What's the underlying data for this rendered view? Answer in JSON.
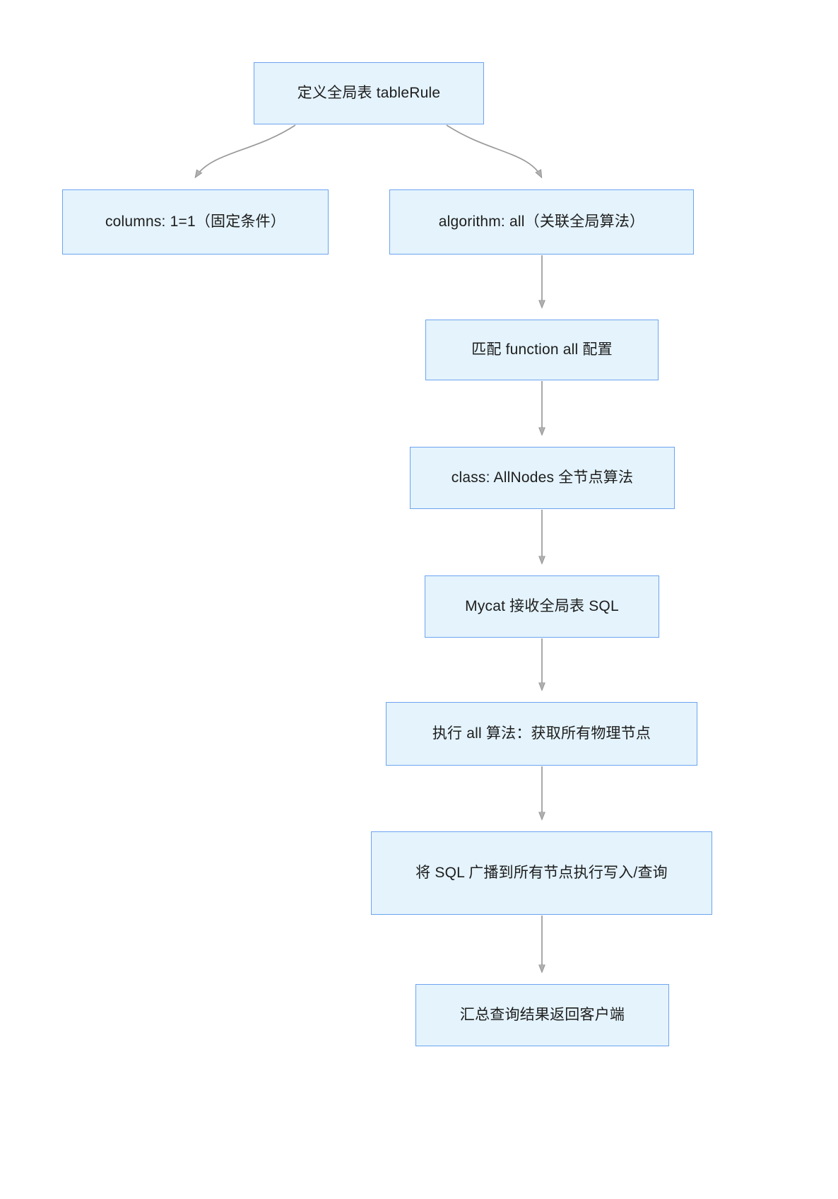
{
  "diagram": {
    "type": "flowchart",
    "orientation": "top-down",
    "background_color": "#ffffff",
    "node_fill_color": "#e4f3fc",
    "node_border_color": "#6ca4f0",
    "edge_color": "#9a9a9a",
    "text_color": "#1d1d1d",
    "nodes": [
      {
        "id": "root",
        "label": "定义全局表 tableRule"
      },
      {
        "id": "columns",
        "label": "columns: 1=1（固定条件）"
      },
      {
        "id": "algorithm",
        "label": "algorithm: all（关联全局算法）"
      },
      {
        "id": "function",
        "label": "匹配 function all 配置"
      },
      {
        "id": "class",
        "label": "class: AllNodes 全节点算法"
      },
      {
        "id": "mycat",
        "label": "Mycat 接收全局表 SQL"
      },
      {
        "id": "execute",
        "label": "执行 all 算法：获取所有物理节点"
      },
      {
        "id": "broadcast",
        "label": "将 SQL 广播到所有节点执行写入/查询"
      },
      {
        "id": "summary",
        "label": "汇总查询结果返回客户端"
      }
    ],
    "edges": [
      {
        "from": "root",
        "to": "columns",
        "style": "curved",
        "arrow": true
      },
      {
        "from": "root",
        "to": "algorithm",
        "style": "curved",
        "arrow": true
      },
      {
        "from": "algorithm",
        "to": "function",
        "style": "straight",
        "arrow": true
      },
      {
        "from": "function",
        "to": "class",
        "style": "straight",
        "arrow": true
      },
      {
        "from": "class",
        "to": "mycat",
        "style": "straight",
        "arrow": true
      },
      {
        "from": "mycat",
        "to": "execute",
        "style": "straight",
        "arrow": true
      },
      {
        "from": "execute",
        "to": "broadcast",
        "style": "straight",
        "arrow": true
      },
      {
        "from": "broadcast",
        "to": "summary",
        "style": "straight",
        "arrow": true
      }
    ]
  }
}
